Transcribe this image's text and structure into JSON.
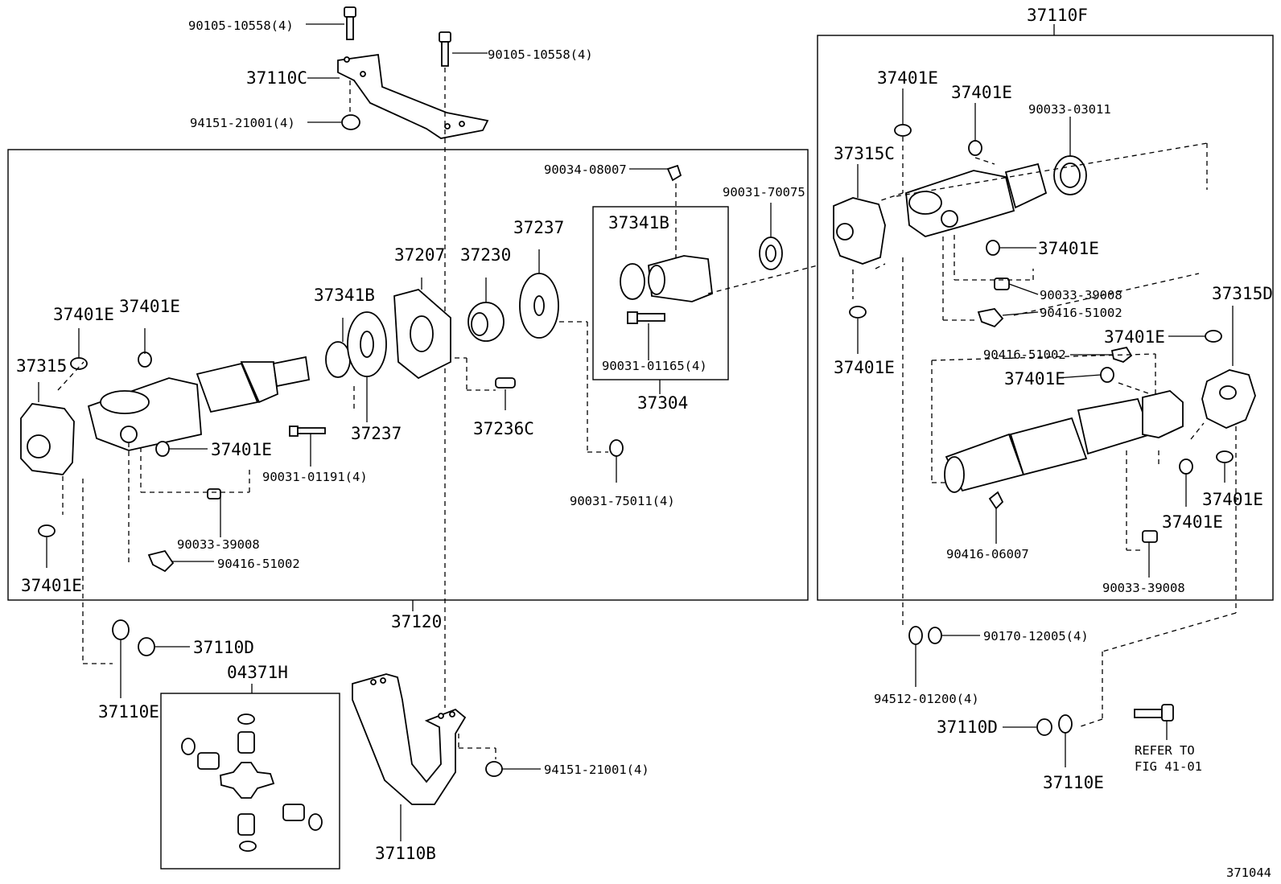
{
  "diagram_id": "371044",
  "groups": {
    "main_box": "37120",
    "bearing_box": "37304",
    "right_box": "37110F",
    "spider_box": "04371H",
    "bottom_bracket": "37110B"
  },
  "labels": {
    "bolt_top1": "90105-10558(4)",
    "bolt_top2": "90105-10558(4)",
    "bracket_c": "37110C",
    "nut_top": "94151-21001(4)",
    "grease_fit_top": "90034-08007",
    "seal_right": "90031-70075",
    "flange_left": "37315",
    "snap_l1": "37401E",
    "snap_l2": "37401E",
    "snap_l3": "37401E",
    "snap_l4": "37401E",
    "plug_l": "90033-39008",
    "grease_l": "90416-51002",
    "dust_l": "37341B",
    "plate_l": "37237",
    "bolt_l": "90031-01191(4)",
    "cushion": "37207",
    "bearing": "37230",
    "plate_r": "37237",
    "pin": "37236C",
    "nut_m": "90031-75011(4)",
    "dust_box": "37341B",
    "bolt_box": "90031-01165(4)",
    "washer_l": "37110E",
    "nut_l": "37110D",
    "nut_bottom": "94151-21001(4)",
    "r_snap1": "37401E",
    "r_snap2": "37401E",
    "r_seal": "90033-03011",
    "r_flange_c": "37315C",
    "r_snap3": "37401E",
    "r_plug1": "90033-39008",
    "r_grease1": "90416-51002",
    "r_snap4": "37401E",
    "r_flange_d": "37315D",
    "r_snap5": "37401E",
    "r_grease2": "90416-51002",
    "r_snap6": "37401E",
    "r_grease3": "90416-06007",
    "r_snap7": "37401E",
    "r_snap8": "37401E",
    "r_plug2": "90033-39008",
    "r_nut": "90170-12005(4)",
    "r_washer": "94512-01200(4)",
    "r_nut_d": "37110D",
    "r_washer_e": "37110E",
    "refer_1": "REFER TO",
    "refer_2": "FIG 41-01"
  }
}
